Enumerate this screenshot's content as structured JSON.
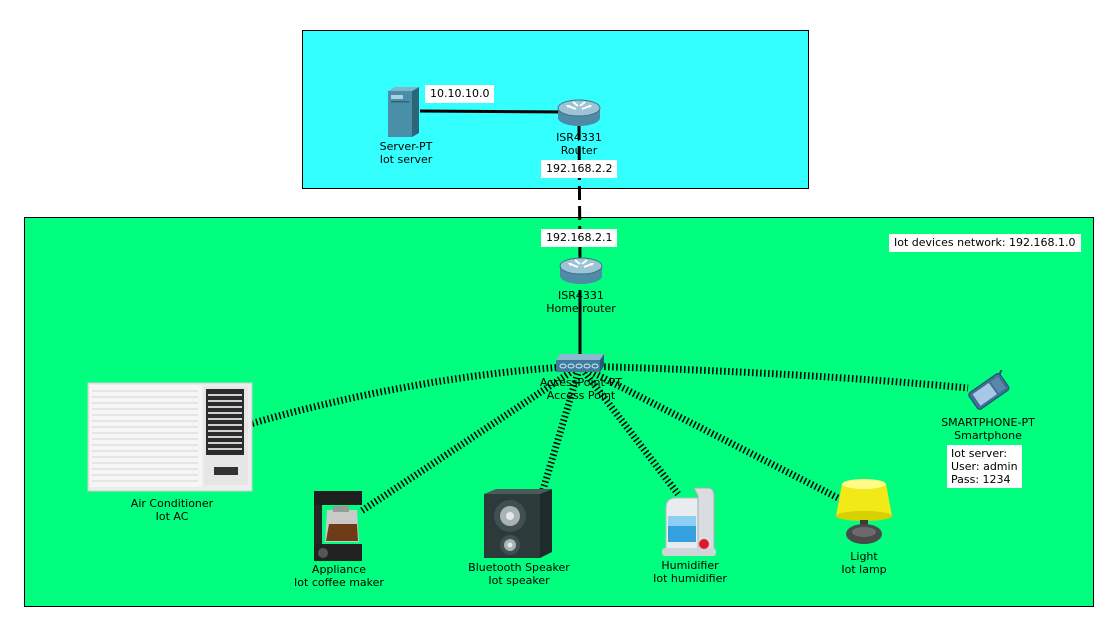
{
  "zones": {
    "top_fill": "#33FFFF",
    "bottom_fill": "#00FF7F",
    "bottom_label": "Iot devices network: 192.168.1.0"
  },
  "addresses": {
    "server_link": "10.10.10.0",
    "router_wan": "192.168.2.2",
    "home_router_wan": "192.168.2.1"
  },
  "devices": {
    "server": {
      "line1": "Server-PT",
      "line2": "Iot server",
      "icon": "server-icon"
    },
    "router": {
      "line1": "ISR4331",
      "line2": "Router",
      "icon": "router-icon"
    },
    "home_router": {
      "line1": "ISR4331",
      "line2": "Home router",
      "icon": "router-icon"
    },
    "access_point": {
      "line1": "AccessPoint-PT",
      "line2": "Access Point",
      "icon": "access-point-icon"
    },
    "ac": {
      "line1": "Air Conditioner",
      "line2": "Iot AC",
      "icon": "air-conditioner-icon"
    },
    "coffee": {
      "line1": "Appliance",
      "line2": "Iot coffee maker",
      "icon": "coffee-maker-icon"
    },
    "speaker": {
      "line1": "Bluetooth Speaker",
      "line2": "Iot speaker",
      "icon": "speaker-icon"
    },
    "humidifier": {
      "line1": "Humidifier",
      "line2": "Iot humidifier",
      "icon": "humidifier-icon"
    },
    "lamp": {
      "line1": "Light",
      "line2": "Iot lamp",
      "icon": "lamp-icon"
    },
    "phone": {
      "line1": "SMARTPHONE-PT",
      "line2": "Smartphone",
      "icon": "smartphone-icon"
    }
  },
  "credentials": {
    "line1": "Iot server:",
    "line2": "User: admin",
    "line3": "Pass: 1234"
  }
}
